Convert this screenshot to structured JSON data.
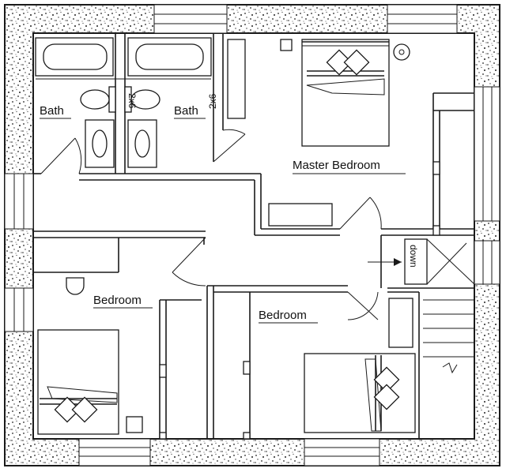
{
  "rooms": {
    "bath_left": "Bath",
    "bath_right": "Bath",
    "master": "Master Bedroom",
    "bedroom_left": "Bedroom",
    "bedroom_right": "Bedroom"
  },
  "walls": {
    "left_stud": "2x6",
    "right_stud": "2x6"
  },
  "stairs": {
    "label": "down"
  }
}
